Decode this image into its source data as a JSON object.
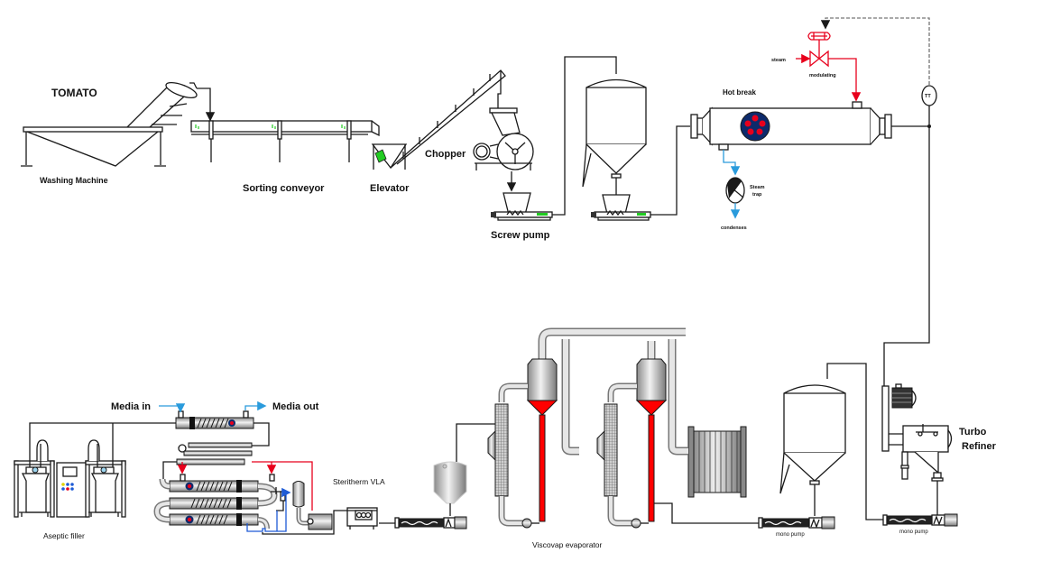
{
  "diagram": {
    "title": "Tomato processing line",
    "labels": {
      "tomato": "TOMATO",
      "washing_machine": "Washing Machine",
      "sorting_conveyor": "Sorting conveyor",
      "elevator": "Elevator",
      "chopper": "Chopper",
      "screw_pump": "Screw pump",
      "hot_break": "Hot break",
      "steam": "steam",
      "modulating": "modulating",
      "steam_trap": "Steam",
      "steam_trap_2": "trap",
      "condenses": "condenses",
      "tt": "TT",
      "turbo_refiner": "Turbo",
      "turbo_refiner_2": "Refiner",
      "mono_pump_1": "mono pump",
      "mono_pump_2": "mono pump",
      "viscovap": "Viscovap evaporator",
      "steritherm": "Steritherm VLA",
      "media_in": "Media in",
      "media_out": "Media out",
      "aseptic_filler": "Aseptic filler"
    },
    "colors": {
      "line": "#1a1a1a",
      "steam": "#e8001c",
      "condensate": "#2a9bdc",
      "cooling": "#1e5bd6",
      "green": "#22cc22",
      "hotbreak_disc": "#0d2a6b",
      "vessel_grey": "#b8b8b8"
    }
  }
}
